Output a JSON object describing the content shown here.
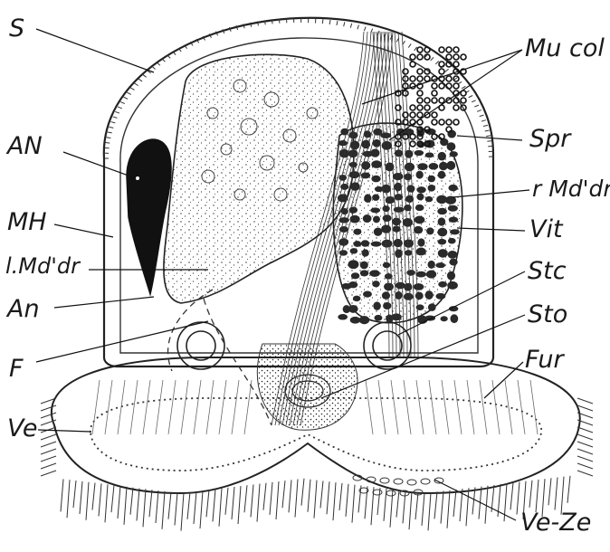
{
  "figure": {
    "labels": {
      "S": "S",
      "AN": "AN",
      "MH": "MH",
      "lMddr": "l.Md'dr",
      "An": "An",
      "F": "F",
      "Ve": "Ve",
      "Mucol": "Mu col",
      "Spr": "Spr",
      "rMddr": "r Md'dr",
      "Vit": "Vit",
      "Stc": "Stc",
      "Sto": "Sto",
      "Fur": "Fur",
      "VeZe": "Ve-Ze"
    }
  }
}
